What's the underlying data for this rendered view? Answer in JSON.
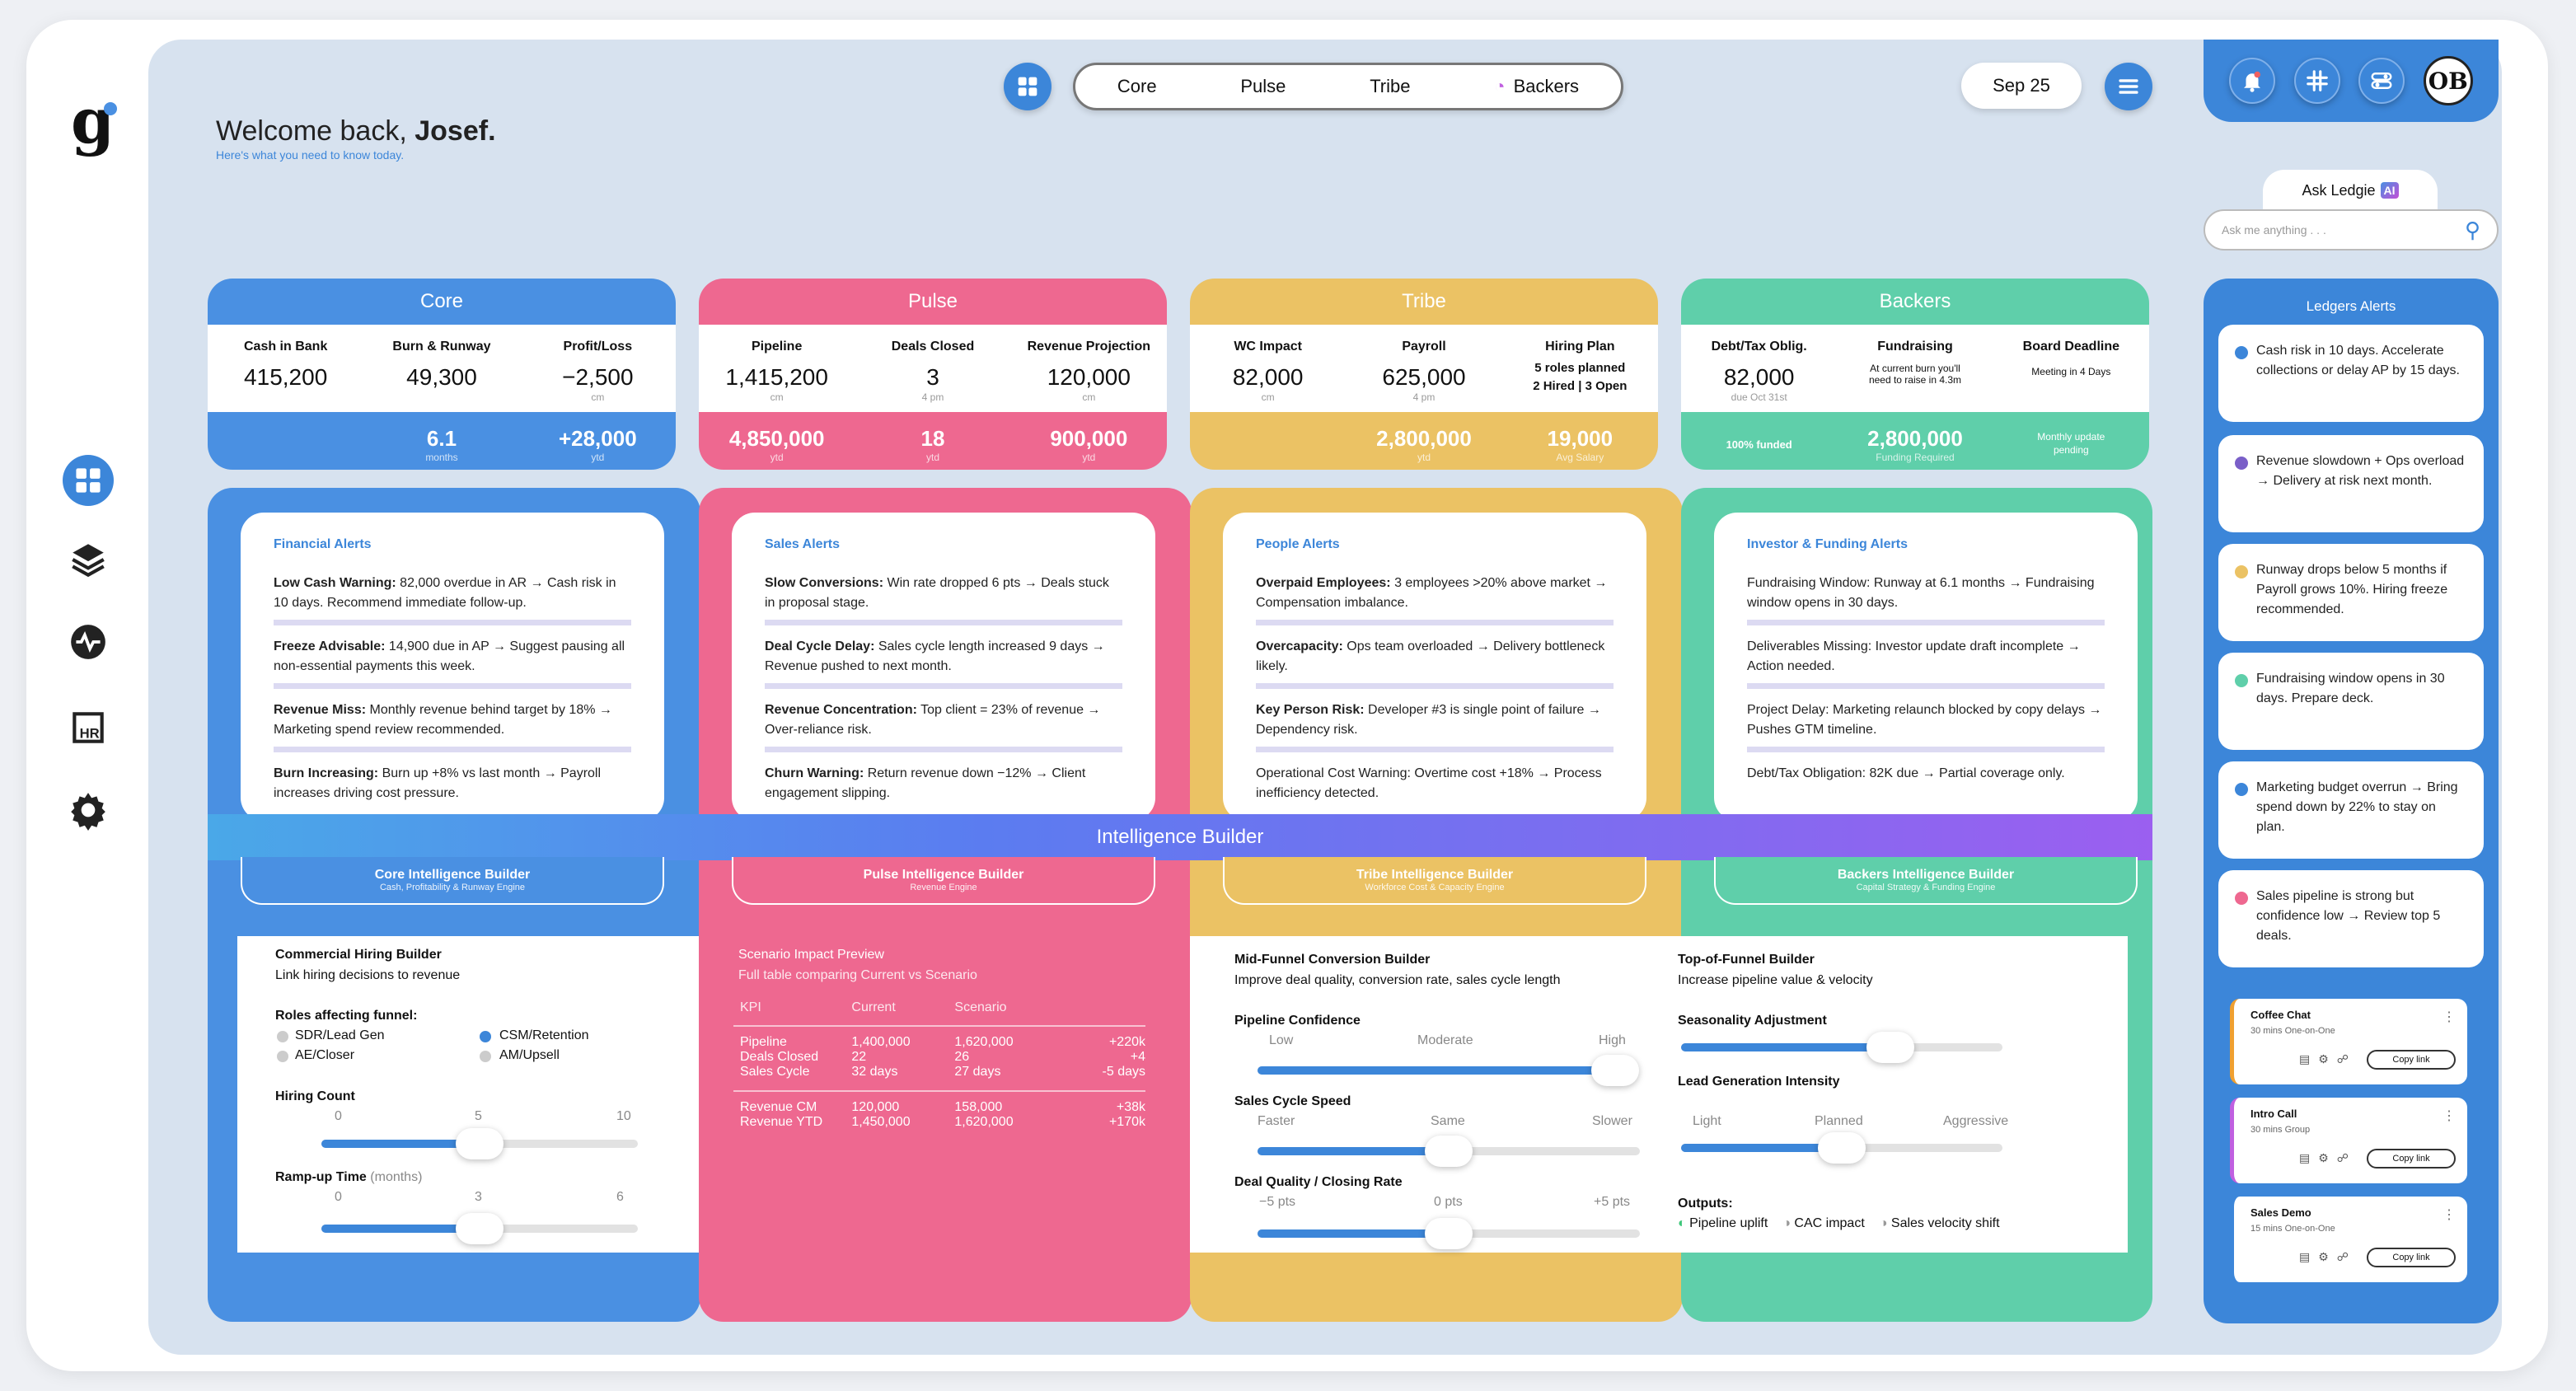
{
  "welcome": {
    "prefix": "Welcome back, ",
    "name": "Josef.",
    "sub": "Here's what you need to know today."
  },
  "nav": {
    "tabs": [
      "Core",
      "Pulse",
      "Tribe",
      "Backers"
    ],
    "date": "Sep 25",
    "avatar": "OB"
  },
  "ask": {
    "label": "Ask Ledgie",
    "badge": "AI",
    "placeholder": "Ask me anything . . ."
  },
  "colors": {
    "core": "#4a90e2",
    "pulse": "#ee6890",
    "tribe": "#ebc264",
    "backers": "#5fcfaa"
  },
  "cards": [
    {
      "title": "Core",
      "top": [
        {
          "label": "Cash in Bank",
          "value": "415,200",
          "sub": ""
        },
        {
          "label": "Burn & Runway",
          "value": "49,300",
          "sub": ""
        },
        {
          "label": "Profit/Loss",
          "value": "−2,500",
          "sub": "cm"
        }
      ],
      "bottom": [
        {
          "value": "",
          "sub": ""
        },
        {
          "value": "6.1",
          "sub": "months"
        },
        {
          "value": "+28,000",
          "sub": "ytd"
        }
      ]
    },
    {
      "title": "Pulse",
      "top": [
        {
          "label": "Pipeline",
          "value": "1,415,200",
          "sub": "cm"
        },
        {
          "label": "Deals Closed",
          "value": "3",
          "sub": "4 pm"
        },
        {
          "label": "Revenue Projection",
          "value": "120,000",
          "sub": "cm"
        }
      ],
      "bottom": [
        {
          "value": "4,850,000",
          "sub": "ytd"
        },
        {
          "value": "18",
          "sub": "ytd"
        },
        {
          "value": "900,000",
          "sub": "ytd"
        }
      ]
    },
    {
      "title": "Tribe",
      "top": [
        {
          "label": "WC Impact",
          "value": "82,000",
          "sub": "cm"
        },
        {
          "label": "Payroll",
          "value": "625,000",
          "sub": "4 pm"
        },
        {
          "label": "Hiring Plan",
          "value": "",
          "sub": ""
        }
      ],
      "hiring": [
        "5 roles planned",
        "2 Hired | 3 Open"
      ],
      "bottom": [
        {
          "value": "",
          "sub": ""
        },
        {
          "value": "2,800,000",
          "sub": "ytd"
        },
        {
          "value": "19,000",
          "sub": "Avg Salary"
        }
      ]
    },
    {
      "title": "Backers",
      "top": [
        {
          "label": "Debt/Tax Oblig.",
          "value": "82,000",
          "sub": "due Oct 31st"
        },
        {
          "label": "Fundraising",
          "value": "",
          "sub": ""
        },
        {
          "label": "Board Deadline",
          "value": "",
          "sub": ""
        }
      ],
      "fund_note": "At current burn you'll need to raise in 4.3m",
      "board_note": "Meeting in 4 Days",
      "bottom_funded": "100% funded",
      "bottom": [
        {
          "value": "",
          "sub": ""
        },
        {
          "value": "2,800,000",
          "sub": "Funding Required"
        },
        {
          "value": "",
          "sub": ""
        }
      ],
      "update": "Monthly update pending"
    }
  ],
  "alerts": [
    {
      "title": "Financial Alerts",
      "items": [
        {
          "b": "Low Cash Warning:",
          "t": " 82,000 overdue in AR → Cash risk in 10 days. Recommend immediate follow-up."
        },
        {
          "b": "Freeze Advisable:",
          "t": " 14,900 due in AP → Suggest pausing all non-essential payments this week."
        },
        {
          "b": "Revenue Miss:",
          "t": " Monthly revenue behind target by 18% → Marketing spend review recommended."
        },
        {
          "b": "Burn Increasing:",
          "t": " Burn up +8% vs last month → Payroll increases driving cost pressure."
        }
      ]
    },
    {
      "title": "Sales Alerts",
      "items": [
        {
          "b": "Slow Conversions:",
          "t": " Win rate dropped 6 pts → Deals stuck in proposal stage."
        },
        {
          "b": "Deal Cycle Delay:",
          "t": " Sales cycle length increased 9 days → Revenue pushed to next month."
        },
        {
          "b": "Revenue Concentration:",
          "t": " Top client = 23% of revenue → Over-reliance risk."
        },
        {
          "b": "Churn Warning:",
          "t": " Return revenue down −12% → Client engagement slipping."
        }
      ]
    },
    {
      "title": "People Alerts",
      "items": [
        {
          "b": "Overpaid Employees:",
          "t": " 3 employees >20% above market → Compensation imbalance."
        },
        {
          "b": "Overcapacity:",
          "t": " Ops team overloaded → Delivery bottleneck likely."
        },
        {
          "b": "Key Person Risk:",
          "t": " Developer #3 is single point of failure → Dependency risk."
        },
        {
          "b": "",
          "t": "Operational Cost Warning: Overtime cost +18% → Process inefficiency detected."
        }
      ]
    },
    {
      "title": "Investor & Funding Alerts",
      "items": [
        {
          "b": "",
          "t": "Fundraising Window: Runway at 6.1 months → Fundraising window opens in 30 days."
        },
        {
          "b": "",
          "t": "Deliverables Missing: Investor update draft incomplete → Action needed."
        },
        {
          "b": "",
          "t": "Project Delay: Marketing relaunch blocked by copy delays → Pushes GTM timeline."
        },
        {
          "b": "",
          "t": "Debt/Tax Obligation: 82K due → Partial coverage only."
        }
      ]
    }
  ],
  "intelligence": {
    "title": "Intelligence Builder",
    "subs": [
      {
        "t": "Core Intelligence Builder",
        "s": "Cash, Profitability & Runway Engine"
      },
      {
        "t": "Pulse Intelligence Builder",
        "s": "Revenue Engine"
      },
      {
        "t": "Tribe Intelligence Builder",
        "s": "Workforce Cost & Capacity Engine"
      },
      {
        "t": "Backers Intelligence Builder",
        "s": "Capital Strategy & Funding Engine"
      }
    ]
  },
  "hiring_builder": {
    "title": "Commercial Hiring Builder",
    "sub": "Link hiring decisions to revenue",
    "roles_label": "Roles affecting funnel:",
    "roles": [
      "SDR/Lead Gen",
      "AE/Closer",
      "CSM/Retention",
      "AM/Upsell"
    ],
    "count_label": "Hiring Count",
    "count_ticks": [
      "0",
      "5",
      "10"
    ],
    "count_value": 5,
    "ramp_label": "Ramp-up Time",
    "ramp_unit": "(months)",
    "ramp_ticks": [
      "0",
      "3",
      "6"
    ],
    "ramp_value": 3
  },
  "scenario": {
    "title": "Scenario Impact Preview",
    "sub": "Full table comparing Current vs Scenario",
    "headers": [
      "KPI",
      "Current",
      "Scenario",
      ""
    ],
    "rows": [
      [
        "Pipeline",
        "1,400,000",
        "1,620,000",
        "+220k"
      ],
      [
        "Deals Closed",
        "22",
        "26",
        "+4"
      ],
      [
        "Sales Cycle",
        "32 days",
        "27 days",
        "-5 days"
      ]
    ],
    "rows2": [
      [
        "Revenue CM",
        "120,000",
        "158,000",
        "+38k"
      ],
      [
        "Revenue YTD",
        "1,450,000",
        "1,620,000",
        "+170k"
      ]
    ]
  },
  "midfunnel": {
    "title": "Mid-Funnel Conversion Builder",
    "sub": "Improve deal quality, conversion rate, sales cycle length",
    "s1": {
      "label": "Pipeline Confidence",
      "ticks": [
        "Low",
        "Moderate",
        "High"
      ],
      "value": 1.0
    },
    "s2": {
      "label": "Sales Cycle Speed",
      "ticks": [
        "Faster",
        "Same",
        "Slower"
      ],
      "value": 0.5
    },
    "s3": {
      "label": "Deal Quality / Closing Rate",
      "ticks": [
        "−5 pts",
        "0 pts",
        "+5 pts"
      ],
      "value": 0.5
    },
    "outputs_label": "Outputs:",
    "outputs": [
      "Pipeline uplift",
      "CAC impact",
      "Sales velocity shift"
    ]
  },
  "topfunnel": {
    "title": "Top-of-Funnel Builder",
    "sub": "Increase pipeline value & velocity",
    "s1": {
      "label": "Seasonality Adjustment",
      "value": 0.65
    },
    "s2": {
      "label": "Lead Generation Intensity",
      "ticks": [
        "Light",
        "Planned",
        "Aggressive"
      ],
      "value": 0.5
    }
  },
  "ledger": {
    "title": "Ledgers Alerts",
    "items": [
      {
        "text": "Cash risk in 10 days. Accelerate collections or delay AP by 15 days.",
        "color": "#3c86d9"
      },
      {
        "text": "Revenue slowdown + Ops overload → Delivery at risk next month.",
        "color": "#7a5fc8"
      },
      {
        "text": "Runway drops below 5 months if Payroll grows 10%. Hiring freeze recommended.",
        "color": "#ebc264"
      },
      {
        "text": "Fundraising window opens in 30 days. Prepare deck.",
        "color": "#5fcfaa"
      },
      {
        "text": "Marketing budget overrun → Bring spend down by 22% to stay on plan.",
        "color": "#3c86d9"
      },
      {
        "text": "Sales pipeline is strong but confidence low → Review top 5 deals.",
        "color": "#ee6890"
      }
    ]
  },
  "meetings": [
    {
      "title": "Coffee Chat",
      "meta": "30 mins  One-on-One",
      "copy": "Copy link",
      "color": "#f0a030"
    },
    {
      "title": "Intro Call",
      "meta": "30 mins  Group",
      "copy": "Copy link",
      "color": "#c060e0"
    },
    {
      "title": "Sales Demo",
      "meta": "15 mins  One-on-One",
      "copy": "Copy link",
      "color": "#3c86d9"
    }
  ]
}
